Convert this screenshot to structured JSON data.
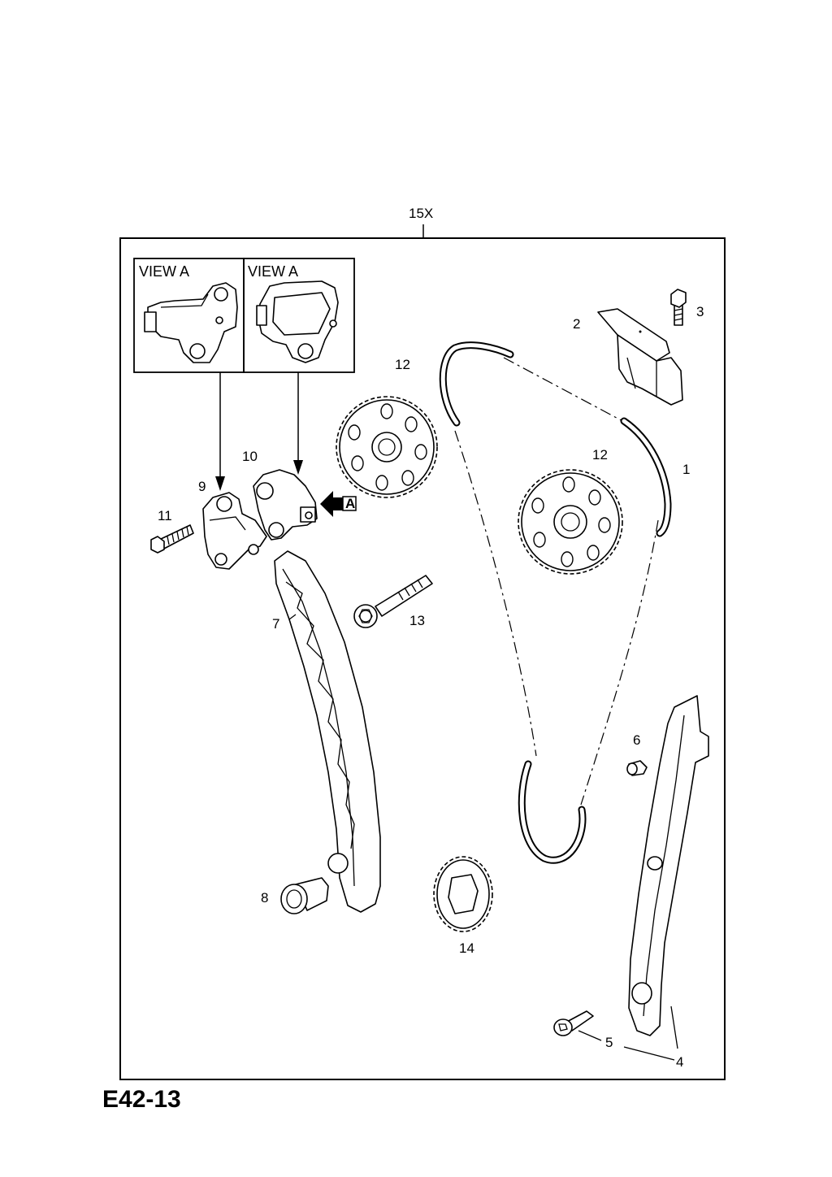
{
  "diagram_code": "E42-13",
  "kit_label": "15X",
  "view_labels": [
    "VIEW A",
    "VIEW A"
  ],
  "view_arrow_letter": "A",
  "callouts": {
    "timing_chain": "1",
    "chain_guide_top": "2",
    "guide_bolt_top": "3",
    "tensioner_rail": "4",
    "rail_bolt": "5",
    "rail_pin": "6",
    "left_guide_rail": "7",
    "guide_pivot_pin": "8",
    "tensioner_housing": "9",
    "tensioner": "10",
    "tensioner_bolt": "11",
    "camshaft_sprocket_left": "12",
    "camshaft_sprocket_right": "12",
    "sprocket_bolt": "13",
    "crankshaft_sprocket": "14"
  }
}
